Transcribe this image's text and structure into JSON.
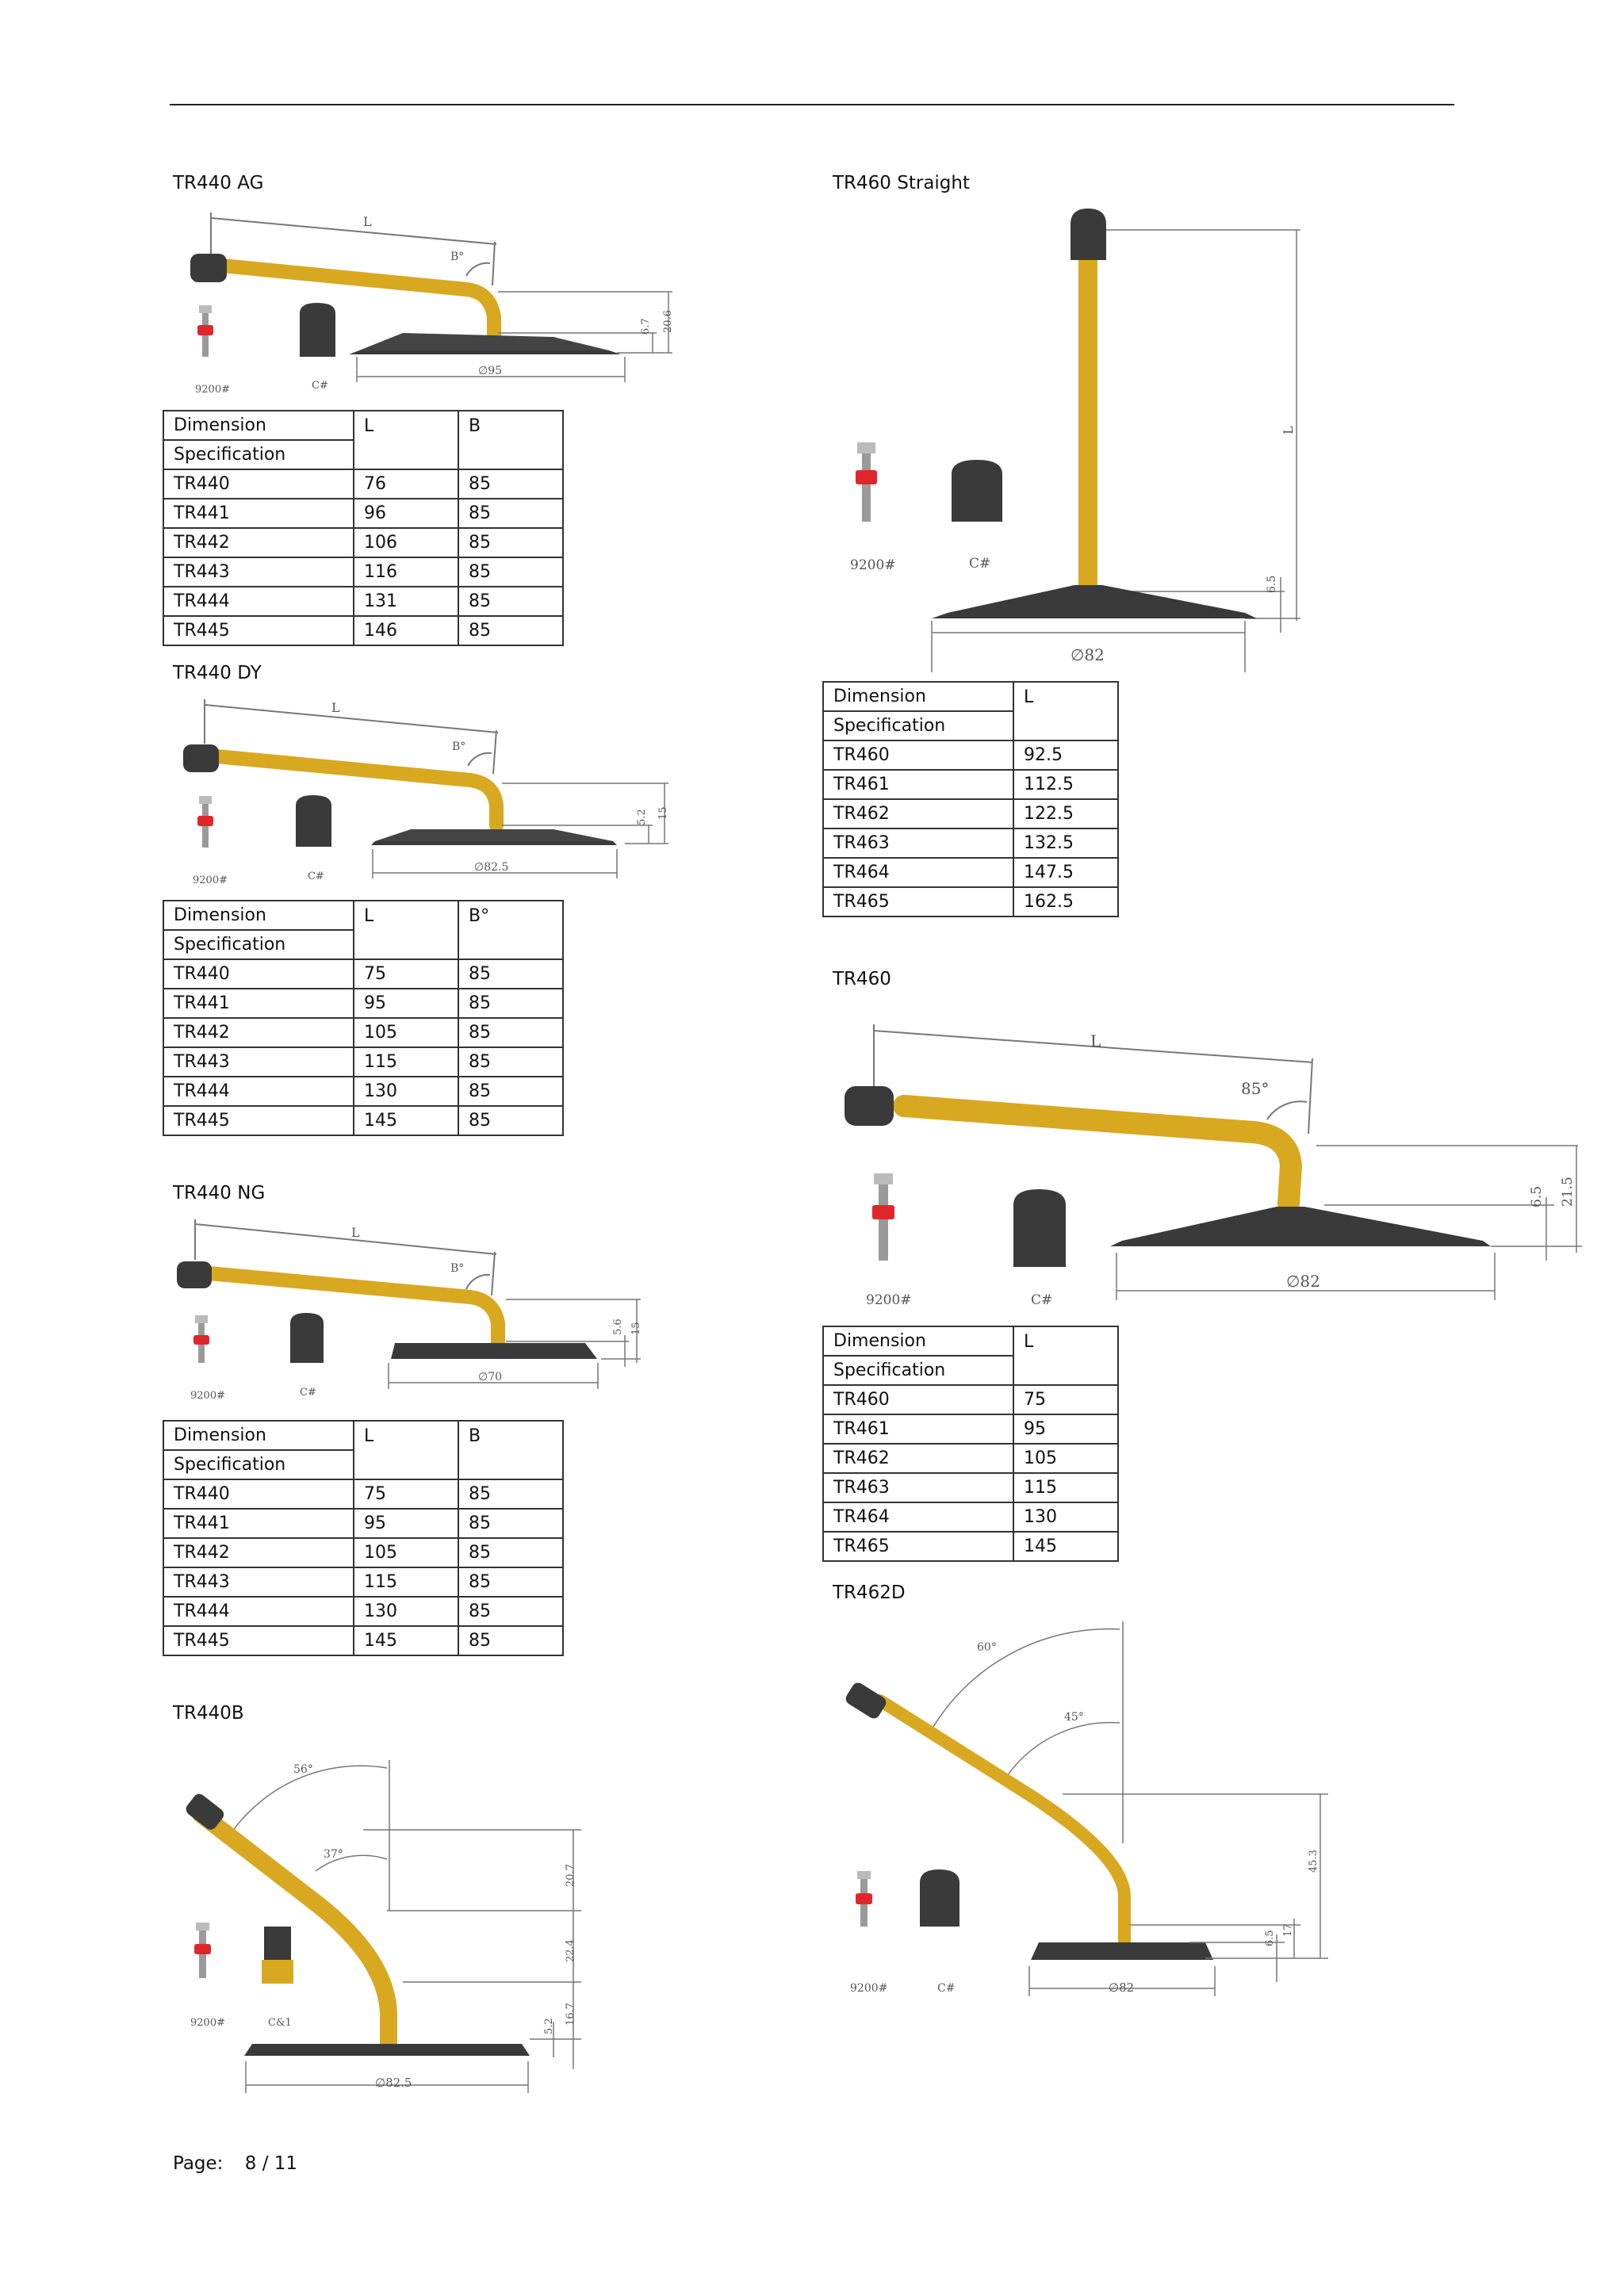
{
  "sections": {
    "tr440ag": {
      "title": "TR440 AG",
      "diagram": {
        "dim_l": "L",
        "dim_angle": "B°",
        "dim_h1": "6.7",
        "dim_h2": "20.6",
        "dim_d": "∅95",
        "core_label": "9200#",
        "cap_label": "C#"
      },
      "headers": {
        "dimension": "Dimension",
        "specification": "Specification",
        "col_l": "L",
        "col_b": "B"
      },
      "rows": [
        [
          "TR440",
          "76",
          "85"
        ],
        [
          "TR441",
          "96",
          "85"
        ],
        [
          "TR442",
          "106",
          "85"
        ],
        [
          "TR443",
          "116",
          "85"
        ],
        [
          "TR444",
          "131",
          "85"
        ],
        [
          "TR445",
          "146",
          "85"
        ]
      ]
    },
    "tr440dy": {
      "title": "TR440 DY",
      "diagram": {
        "dim_l": "L",
        "dim_angle": "B°",
        "dim_h1": "5.2",
        "dim_h2": "15",
        "dim_d": "∅82.5",
        "core_label": "9200#",
        "cap_label": "C#"
      },
      "headers": {
        "dimension": "Dimension",
        "specification": "Specification",
        "col_l": "L",
        "col_b": "B°"
      },
      "rows": [
        [
          "TR440",
          "75",
          "85"
        ],
        [
          "TR441",
          "95",
          "85"
        ],
        [
          "TR442",
          "105",
          "85"
        ],
        [
          "TR443",
          "115",
          "85"
        ],
        [
          "TR444",
          "130",
          "85"
        ],
        [
          "TR445",
          "145",
          "85"
        ]
      ]
    },
    "tr440ng": {
      "title": "TR440 NG",
      "diagram": {
        "dim_l": "L",
        "dim_angle": "B°",
        "dim_h1": "5.6",
        "dim_h2": "15",
        "dim_d": "∅70",
        "core_label": "9200#",
        "cap_label": "C#"
      },
      "headers": {
        "dimension": "Dimension",
        "specification": "Specification",
        "col_l": "L",
        "col_b": "B"
      },
      "rows": [
        [
          "TR440",
          "75",
          "85"
        ],
        [
          "TR441",
          "95",
          "85"
        ],
        [
          "TR442",
          "105",
          "85"
        ],
        [
          "TR443",
          "115",
          "85"
        ],
        [
          "TR444",
          "130",
          "85"
        ],
        [
          "TR445",
          "145",
          "85"
        ]
      ]
    },
    "tr440b": {
      "title": "TR440B",
      "diagram": {
        "angle1": "56°",
        "angle2": "37°",
        "h1": "20.7",
        "h2": "22.4",
        "h3": "16.7",
        "h4": "5.2",
        "dim_d": "∅82.5",
        "core_label": "9200#",
        "cap_label": "C&1"
      }
    },
    "tr460straight": {
      "title": "TR460 Straight",
      "diagram": {
        "dim_l": "L",
        "dim_h": "6.5",
        "dim_d": "∅82",
        "core_label": "9200#",
        "cap_label": "C#"
      },
      "headers": {
        "dimension": "Dimension",
        "specification": "Specification",
        "col_l": "L"
      },
      "rows": [
        [
          "TR460",
          "92.5"
        ],
        [
          "TR461",
          "112.5"
        ],
        [
          "TR462",
          "122.5"
        ],
        [
          "TR463",
          "132.5"
        ],
        [
          "TR464",
          "147.5"
        ],
        [
          "TR465",
          "162.5"
        ]
      ]
    },
    "tr460": {
      "title": "TR460",
      "diagram": {
        "dim_l": "L",
        "dim_angle": "85°",
        "dim_h1": "6.5",
        "dim_h2": "21.5",
        "dim_d": "∅82",
        "core_label": "9200#",
        "cap_label": "C#"
      },
      "headers": {
        "dimension": "Dimension",
        "specification": "Specification",
        "col_l": "L"
      },
      "rows": [
        [
          "TR460",
          "75"
        ],
        [
          "TR461",
          "95"
        ],
        [
          "TR462",
          "105"
        ],
        [
          "TR463",
          "115"
        ],
        [
          "TR464",
          "130"
        ],
        [
          "TR465",
          "145"
        ]
      ]
    },
    "tr462d": {
      "title": "TR462D",
      "diagram": {
        "angle1": "60°",
        "angle2": "45°",
        "h1": "45.3",
        "h2": "17",
        "h3": "6.5",
        "dim_d": "∅82",
        "core_label": "9200#",
        "cap_label": "C#"
      }
    }
  },
  "footer": {
    "page_label": "Page:",
    "page_value": "8 / 11"
  },
  "colors": {
    "brass": "#d8a821",
    "rubber": "#3a3a3a",
    "red_band": "#e0262b",
    "line": "#666666"
  }
}
